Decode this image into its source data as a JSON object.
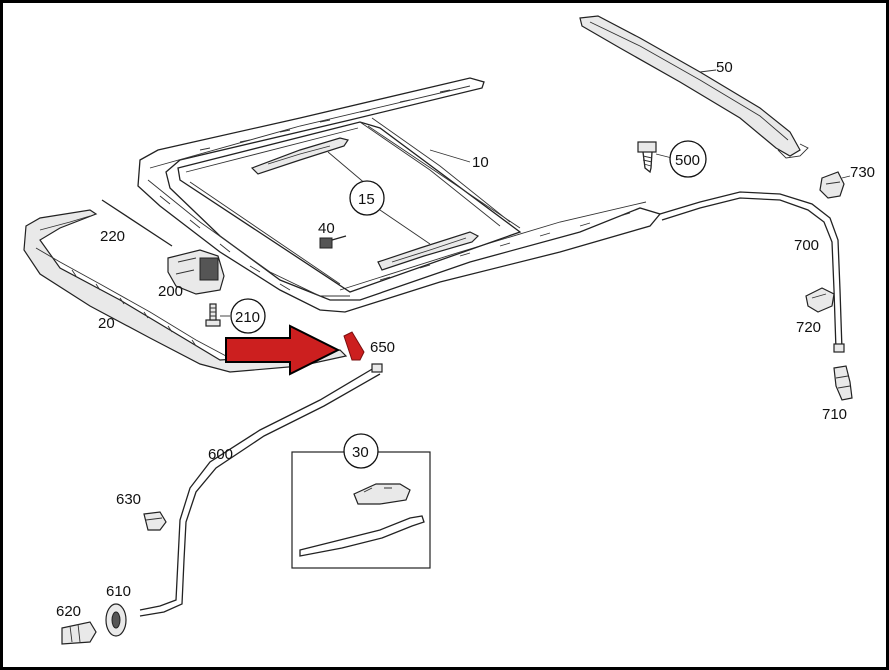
{
  "diagram": {
    "border_color": "#000000",
    "highlight_color": "#cc1f1f",
    "callouts": {
      "p10": "10",
      "p15": "15",
      "p20": "20",
      "p30": "30",
      "p40": "40",
      "p50": "50",
      "p200": "200",
      "p210": "210",
      "p220": "220",
      "p500": "500",
      "p600": "600",
      "p610": "610",
      "p620": "620",
      "p630": "630",
      "p650": "650",
      "p700": "700",
      "p710": "710",
      "p720": "720",
      "p730": "730"
    },
    "highlighted_part": "650",
    "pointer": "arrow-pointing-to-part-650"
  }
}
